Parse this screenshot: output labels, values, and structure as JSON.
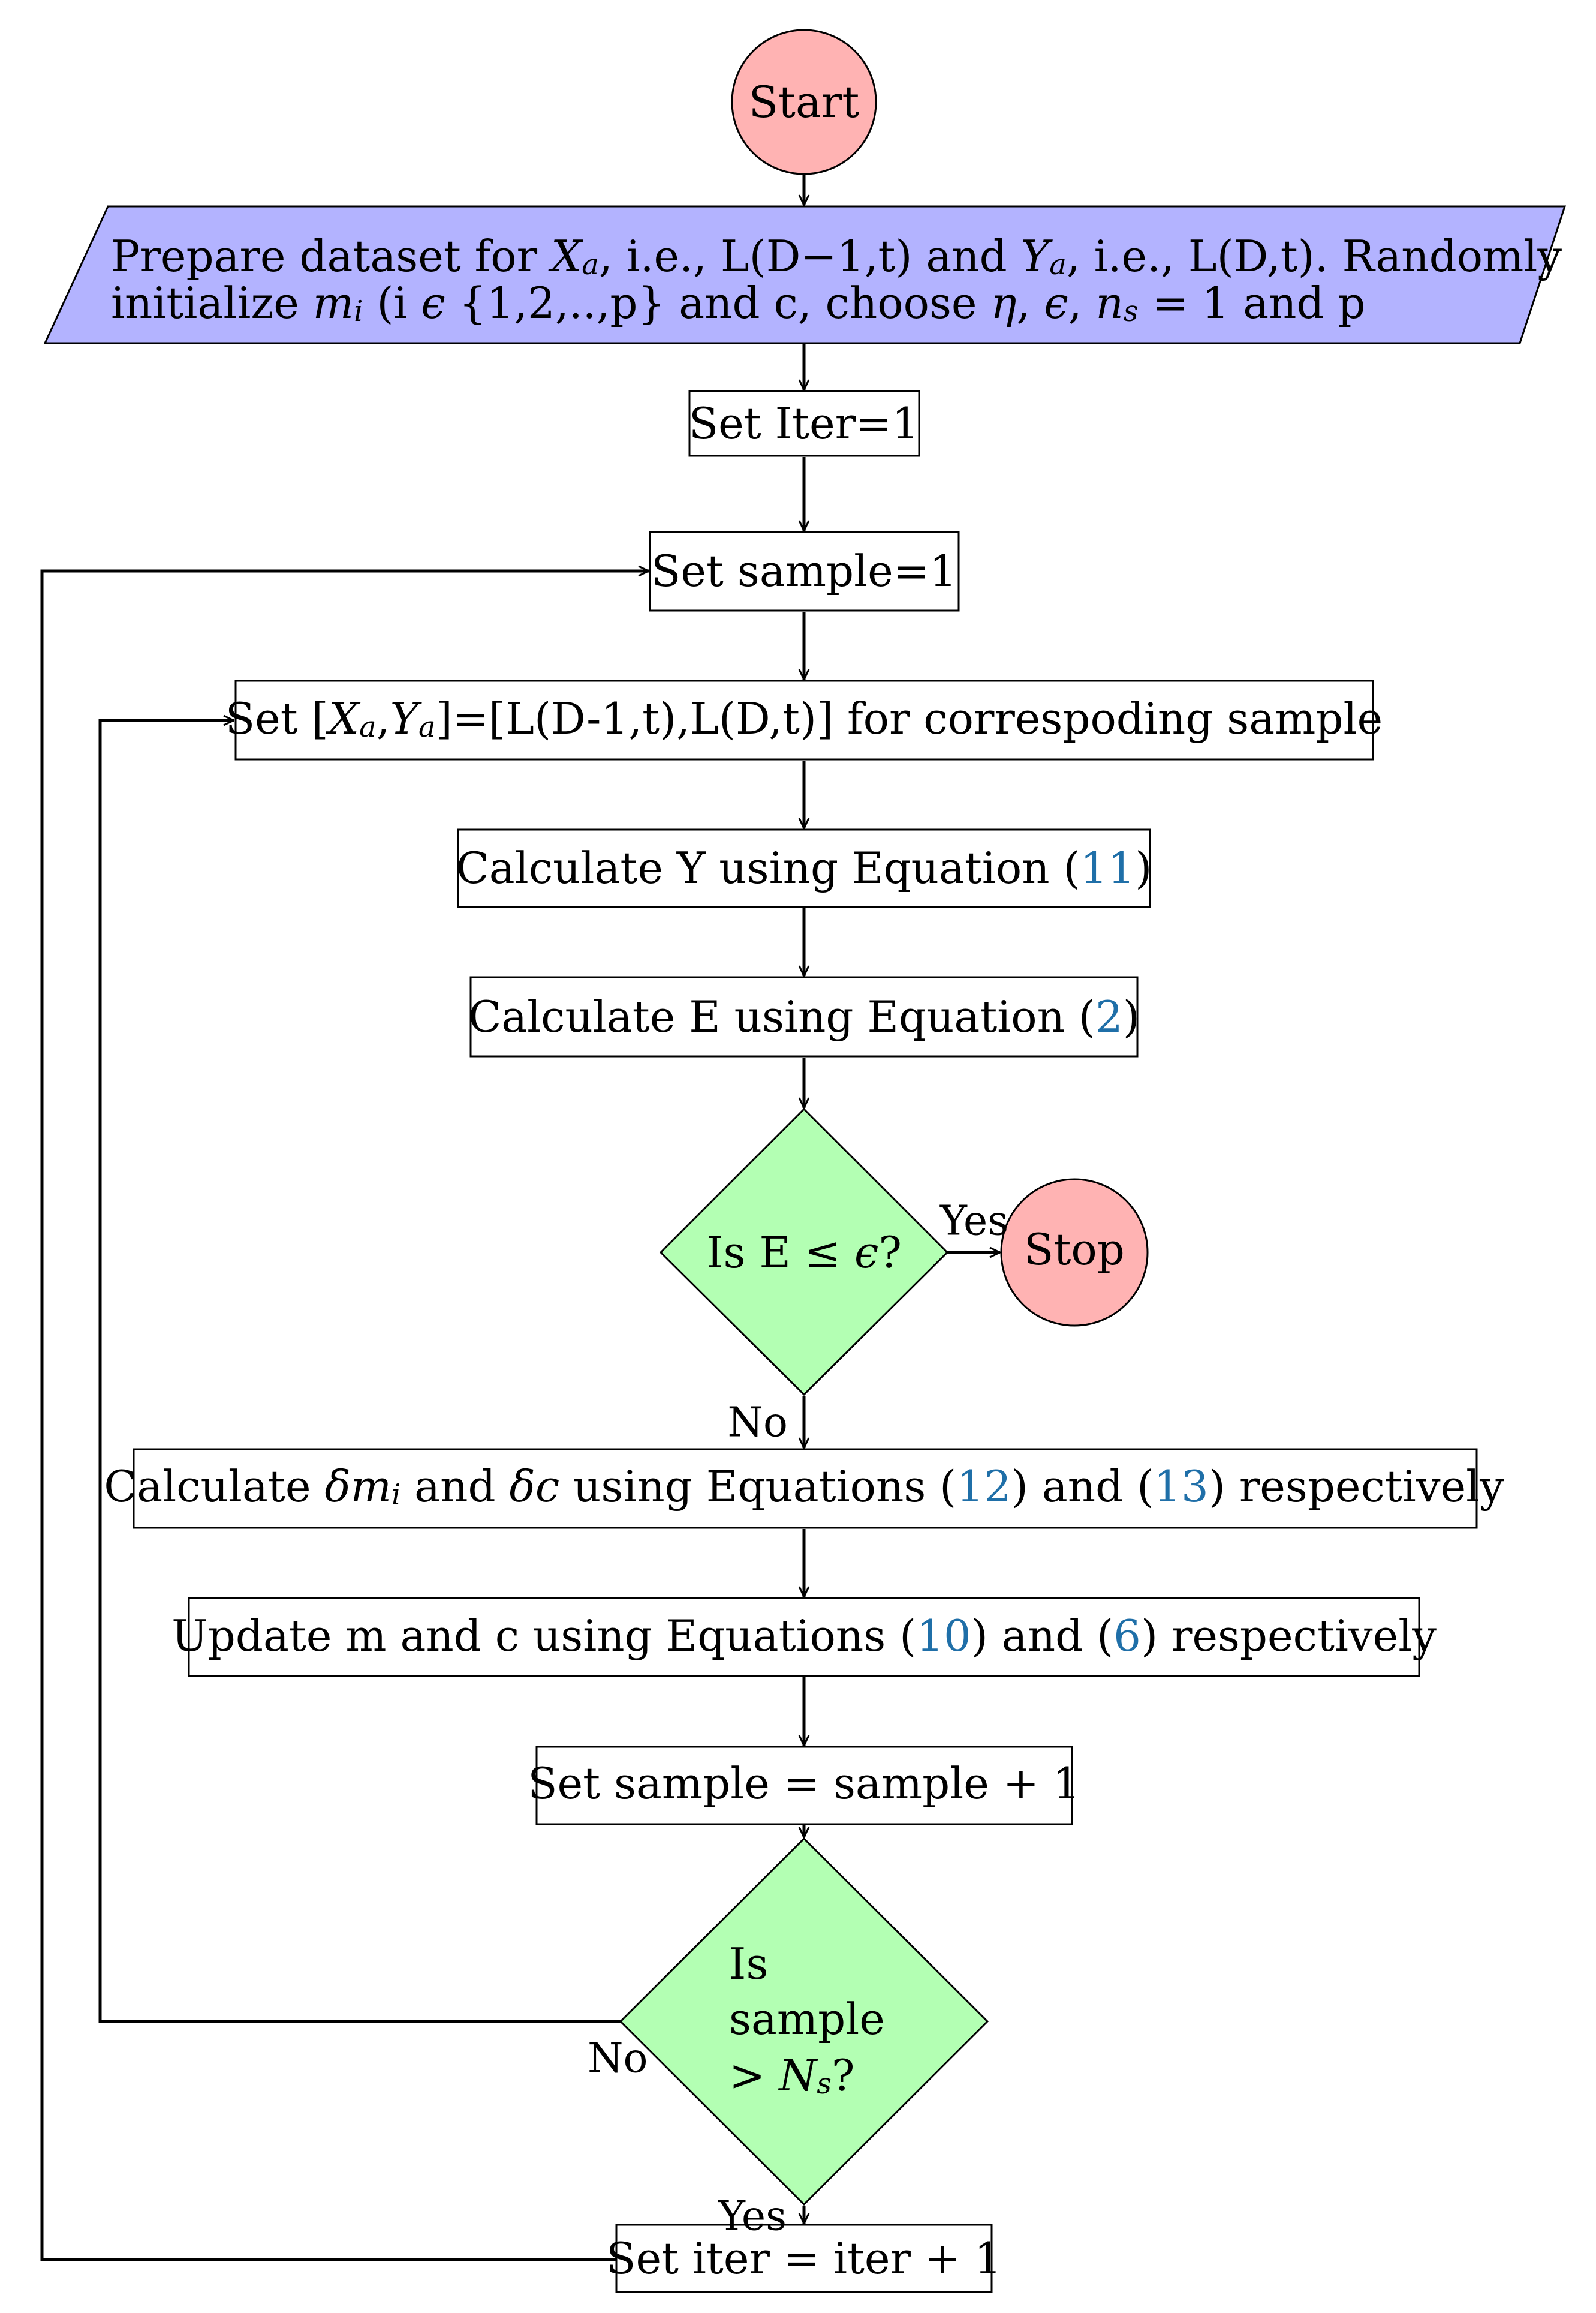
{
  "nodes": {
    "start": "Start",
    "prepare": {
      "line1": [
        "Prepare dataset for ",
        "X",
        "a",
        ", i.e., L(D−1,t) and ",
        "Y",
        "a",
        ", i.e., L(D,t). Randomly"
      ],
      "line2": [
        "initialize ",
        "m",
        "i",
        " (i ",
        "ϵ",
        " {1,2,..,p} and c, choose ",
        "η",
        ", ",
        "ϵ",
        ", ",
        "n",
        "s",
        " = 1 and p"
      ]
    },
    "set_iter": "Set Iter=1",
    "set_sample": "Set sample=1",
    "set_xy": [
      "Set [",
      "X",
      "a",
      ",",
      "Y",
      "a",
      "]=[L(D-1,t),L(D,t)] for correspoding sample"
    ],
    "calc_y": {
      "text": "Calculate Y using Equation (",
      "ref": "11",
      "close": ")"
    },
    "calc_e": {
      "text": "Calculate E using Equation (",
      "ref": "2",
      "close": ")"
    },
    "is_e": [
      "Is E ≤ ",
      "ϵ",
      "?"
    ],
    "stop": "Stop",
    "calc_delta": [
      "Calculate ",
      "δm",
      "i",
      " and ",
      "δc",
      " using Equations (",
      "12",
      ") and (",
      "13",
      ") respectively"
    ],
    "update": [
      "Update m and c using Equations (",
      "10",
      ") and (",
      "6",
      ") respectively"
    ],
    "inc_sample": "Set sample = sample + 1",
    "is_sample": [
      "Is",
      "sample",
      "> ",
      "N",
      "s",
      "?"
    ],
    "inc_iter": "Set iter = iter + 1"
  },
  "edge_labels": {
    "yes_stop": "Yes",
    "no_delta": "No",
    "no_loop": "No",
    "yes_iter": "Yes"
  },
  "colors": {
    "terminal": "#ffb3b3",
    "io": "#b3b3ff",
    "decision": "#b3ffb3",
    "process": "#ffffff",
    "reference": "#1f6fa8"
  }
}
